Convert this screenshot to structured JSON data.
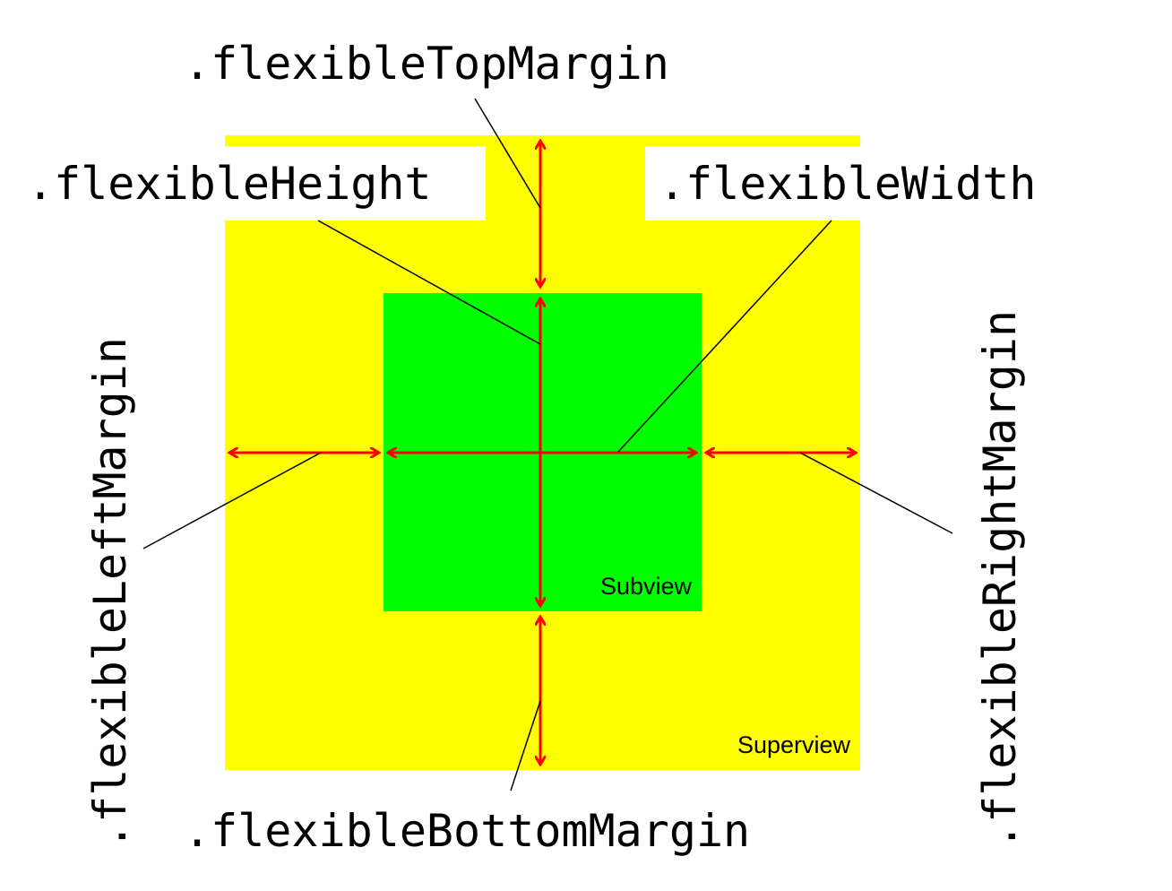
{
  "diagram": {
    "superview": {
      "label": "Superview",
      "color": "#ffff00"
    },
    "subview": {
      "label": "Subview",
      "color": "#00ff00"
    },
    "arrow_color": "#ff0000",
    "labels": {
      "top_margin": ".flexibleTopMargin",
      "height": ".flexibleHeight",
      "width": ".flexibleWidth",
      "left_margin": ".flexibleLeftMargin",
      "right_margin": ".flexibleRightMargin",
      "bottom_margin": ".flexibleBottomMargin"
    }
  }
}
